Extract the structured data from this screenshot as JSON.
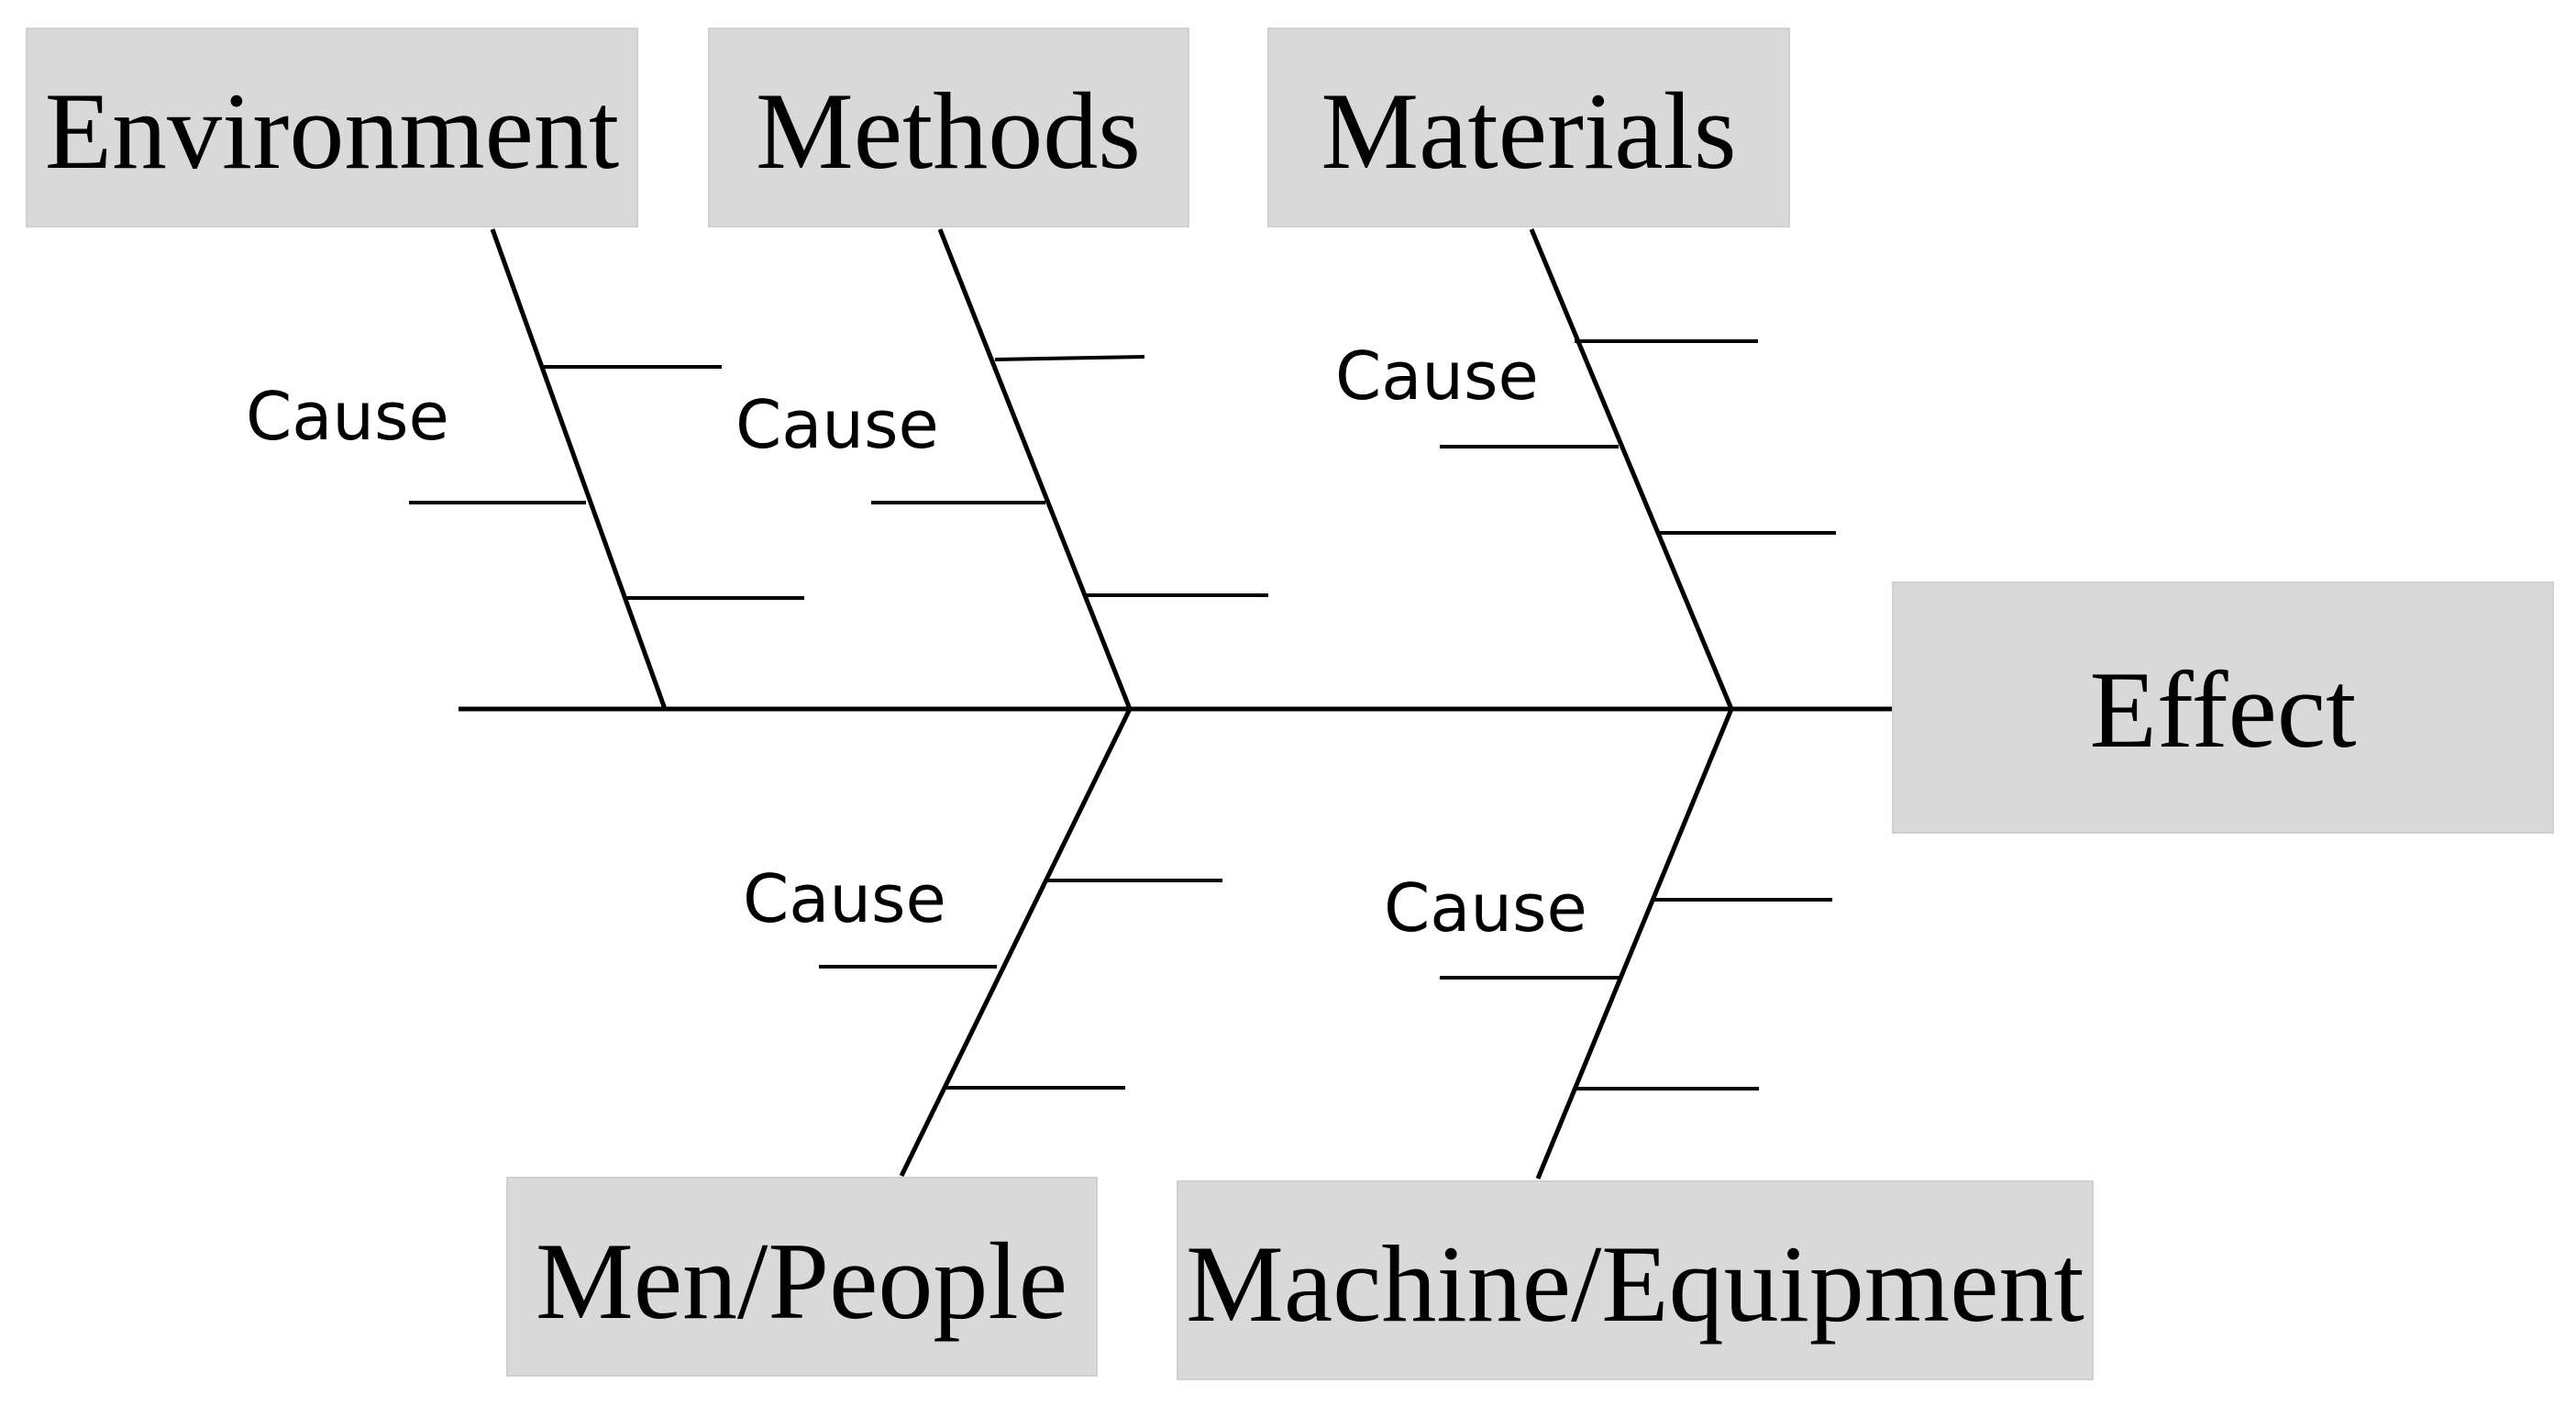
{
  "effect": {
    "label": "Effect"
  },
  "categories": [
    {
      "id": "environment",
      "label": "Environment",
      "cause_label": "Cause"
    },
    {
      "id": "methods",
      "label": "Methods",
      "cause_label": "Cause"
    },
    {
      "id": "materials",
      "label": "Materials",
      "cause_label": "Cause"
    },
    {
      "id": "men-people",
      "label": "Men/People",
      "cause_label": "Cause"
    },
    {
      "id": "machine-equipment",
      "label": "Machine/Equipment",
      "cause_label": "Cause"
    }
  ]
}
